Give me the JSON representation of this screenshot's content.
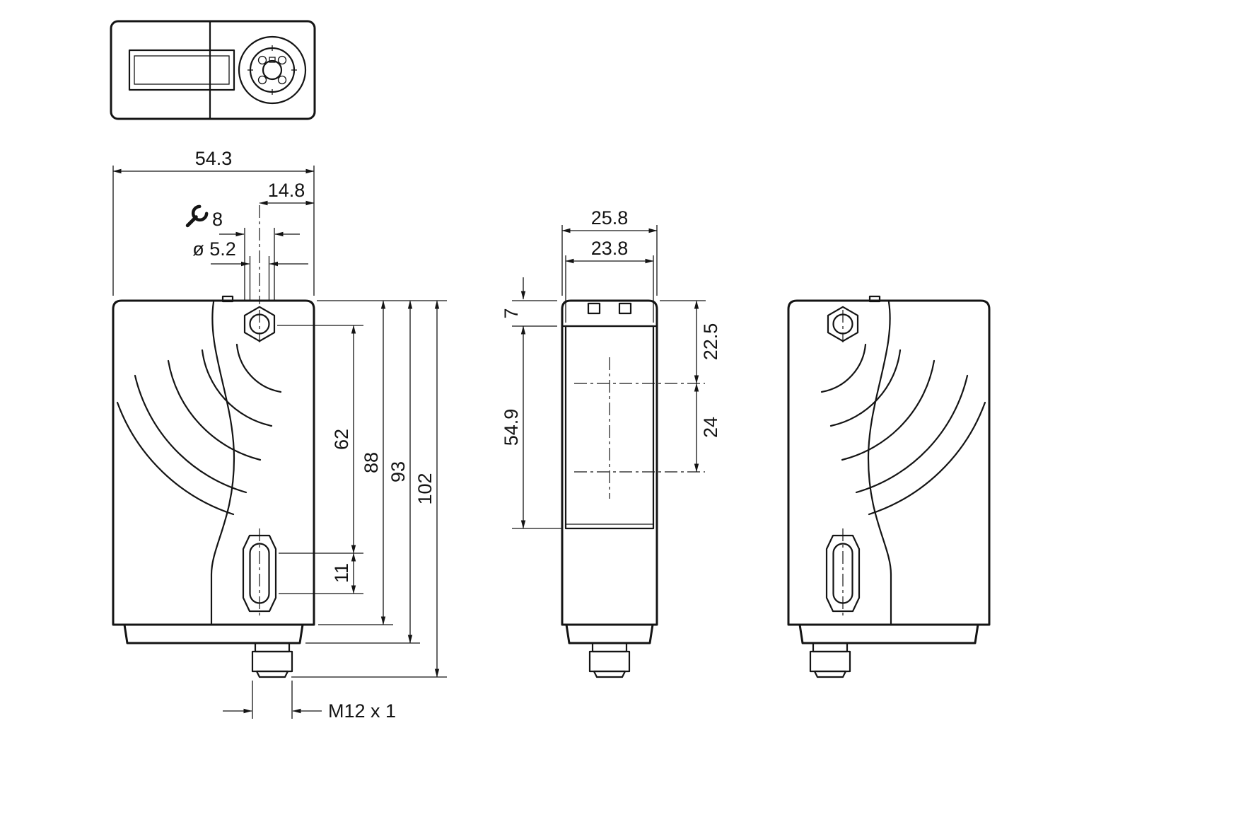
{
  "drawing": {
    "side_view": {
      "body_width": "54.3",
      "connector_offset": "14.8",
      "wrench_size": "8",
      "hole_diameter": "ø 5.2",
      "hole_to_slot": "62",
      "slot_length": "11",
      "housing_height": "88",
      "base_height": "93",
      "overall_height": "102",
      "thread": "M12 x 1"
    },
    "front_view": {
      "body_width": "25.8",
      "face_width": "23.8",
      "cap_height": "7",
      "face_height": "54.9",
      "axis_from_top": "22.5",
      "axis_spacing": "24"
    }
  }
}
